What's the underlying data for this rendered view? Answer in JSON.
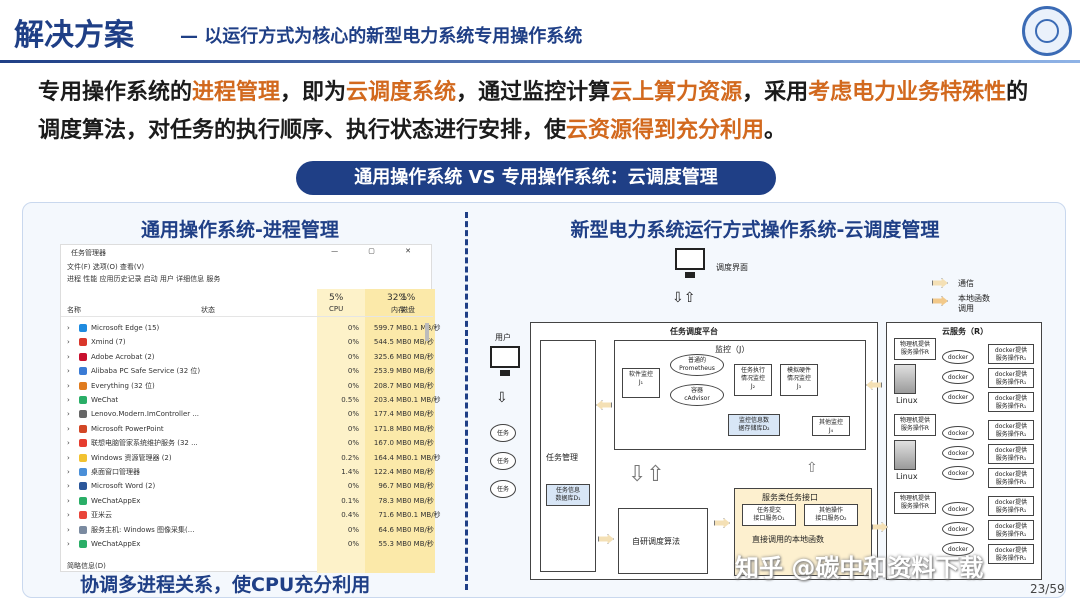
{
  "header": {
    "title": "解决方案",
    "subtitle": "— 以运行方式为核心的新型电力系统专用操作系统"
  },
  "intro": {
    "p1": "专用操作系统的",
    "h1": "进程管理",
    "p2": "，即为",
    "h2": "云调度系统",
    "p3": "，通过监控计算",
    "h3": "云上算力资源",
    "p4": "，采用",
    "h4": "考虑电力业务特殊性",
    "p5": "的调度算法，对任务的执行顺序、执行状态进行安排，使",
    "h5": "云资源得到充分利用",
    "p6": "。"
  },
  "banner": "通用操作系统 VS 专用操作系统：云调度管理",
  "left_panel": {
    "title": "通用操作系统-进程管理",
    "footer": "协调多进程关系，使CPU充分利用"
  },
  "right_panel": {
    "title": "新型电力系统运行方式操作系统-云调度管理"
  },
  "task_manager": {
    "window_title": "任务管理器",
    "window_controls": "—  ▢  ✕",
    "menu": "文件(F)  选项(O)  查看(V)",
    "tabs": "进程  性能  应用历史记录  启动  用户  详细信息  服务",
    "col_name": "名称",
    "col_status": "状态",
    "cpu_pct": "5%",
    "cpu_label": "CPU",
    "mem_pct": "32%",
    "mem_label": "内存",
    "disk_pct": "1%",
    "disk_label": "磁盘",
    "footer": "简略信息(D)",
    "rows": [
      {
        "name": "Microsoft Edge (15)",
        "cpu": "0%",
        "mem": "599.7 MB",
        "disk": "0.1 MB/秒",
        "color": "#1e8be0"
      },
      {
        "name": "Xmind (7)",
        "cpu": "0%",
        "mem": "544.5 MB",
        "disk": "0 MB/秒",
        "color": "#d9372b"
      },
      {
        "name": "Adobe Acrobat (2)",
        "cpu": "0%",
        "mem": "325.6 MB",
        "disk": "0 MB/秒",
        "color": "#c8102e"
      },
      {
        "name": "Alibaba PC Safe Service (32 位)",
        "cpu": "0%",
        "mem": "253.9 MB",
        "disk": "0 MB/秒",
        "color": "#3a7bd5"
      },
      {
        "name": "Everything (32 位)",
        "cpu": "0%",
        "mem": "208.7 MB",
        "disk": "0 MB/秒",
        "color": "#e07b1e"
      },
      {
        "name": "WeChat",
        "cpu": "0.5%",
        "mem": "203.4 MB",
        "disk": "0.1 MB/秒",
        "color": "#2aae67"
      },
      {
        "name": "Lenovo.Modern.ImController ...",
        "cpu": "0%",
        "mem": "177.4 MB",
        "disk": "0 MB/秒",
        "color": "#666666"
      },
      {
        "name": "Microsoft PowerPoint",
        "cpu": "0%",
        "mem": "171.8 MB",
        "disk": "0 MB/秒",
        "color": "#d24726"
      },
      {
        "name": "联想电脑管家系统维护服务 (32 ...",
        "cpu": "0%",
        "mem": "167.0 MB",
        "disk": "0 MB/秒",
        "color": "#e63c2f"
      },
      {
        "name": "Windows 资源管理器 (2)",
        "cpu": "0.2%",
        "mem": "164.4 MB",
        "disk": "0.1 MB/秒",
        "color": "#f2c230"
      },
      {
        "name": "桌面窗口管理器",
        "cpu": "1.4%",
        "mem": "122.4 MB",
        "disk": "0 MB/秒",
        "color": "#4a8fd8"
      },
      {
        "name": "Microsoft Word (2)",
        "cpu": "0%",
        "mem": "96.7 MB",
        "disk": "0 MB/秒",
        "color": "#2b579a"
      },
      {
        "name": "WeChatAppEx",
        "cpu": "0.1%",
        "mem": "78.3 MB",
        "disk": "0 MB/秒",
        "color": "#2aae67"
      },
      {
        "name": "亚米云",
        "cpu": "0.4%",
        "mem": "71.6 MB",
        "disk": "0.1 MB/秒",
        "color": "#e9453a"
      },
      {
        "name": "服务主机: Windows 图像采集(...",
        "cpu": "0%",
        "mem": "64.6 MB",
        "disk": "0 MB/秒",
        "color": "#7a8aa0"
      },
      {
        "name": "WeChatAppEx",
        "cpu": "0%",
        "mem": "55.3 MB",
        "disk": "0 MB/秒",
        "color": "#2aae67"
      }
    ]
  },
  "diagram": {
    "display_ui": "调度界面",
    "legend_comm": "通信",
    "legend_local": "本地函数\n调用",
    "user": "用户",
    "task1": "任务",
    "task2": "任务",
    "task3": "任务",
    "platform": "任务调度平台",
    "task_mgmt": "任务管理",
    "task_db": "任务信息\n数据库D₁",
    "monitor": "监控（J）",
    "prometheus": "普通的\nPrometheus",
    "cadvisor": "容器\ncAdvisor",
    "soft_mon": "软件监控\nJ₁",
    "task_exec_mon": "任务执行\n情况监控\nJ₂",
    "sim_mon": "模拟硬件\n情况监控\nJ₃",
    "monitor_db": "监控信息数\n据存储库D₂",
    "other_mon": "其他监控\nJ₄",
    "service_api": "服务类任务接口",
    "task_submit": "任务提交\n接口服务O₁",
    "other_op": "其他操作\n接口服务O₂",
    "direct_call": "直接调用的本地函数",
    "sched_algo": "自研调度算法",
    "cloud": "云服务（R）",
    "linux1": "Linux",
    "linux2": "Linux",
    "docker": "docker",
    "svc": "docker提供\n服务操作R₁",
    "svc_ph": "物理机提供\n服务操作R"
  },
  "page_number": "23/59",
  "watermark": "知乎 @碳中和资料下载"
}
